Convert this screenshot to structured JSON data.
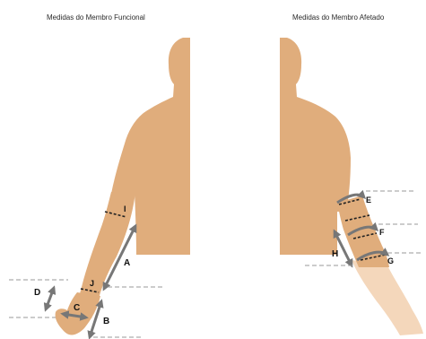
{
  "titles": {
    "left": "Medidas do Membro Funcional",
    "right": "Medidas do Membro Afetado"
  },
  "labels": {
    "A": "A",
    "B": "B",
    "C": "C",
    "D": "D",
    "E": "E",
    "F": "F",
    "G": "G",
    "H": "H",
    "I": "I",
    "J": "J"
  },
  "colors": {
    "skin": "#e0ad7c",
    "skin_light": "#f4d7bb",
    "arrow": "#777777",
    "dash": "#9a9a9a",
    "measure_line": "#222222"
  }
}
